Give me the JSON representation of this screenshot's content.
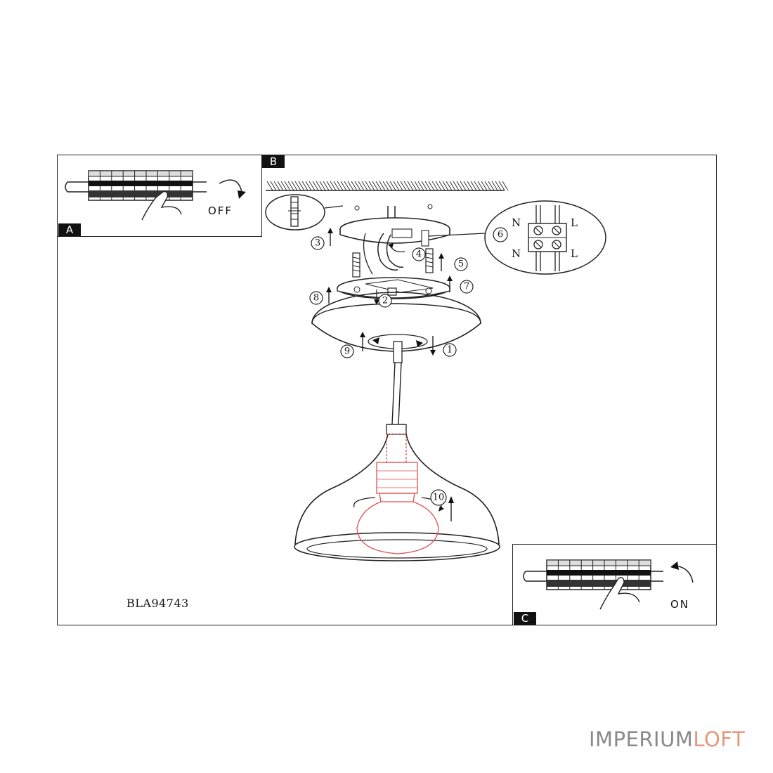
{
  "panels": {
    "a": {
      "badge": "A",
      "switch_label": "OFF"
    },
    "b": {
      "badge": "B"
    },
    "c": {
      "badge": "C",
      "switch_label": "ON"
    }
  },
  "wiring": {
    "neutral": "N",
    "live": "L"
  },
  "steps": [
    "1",
    "2",
    "3",
    "4",
    "5",
    "6",
    "7",
    "8",
    "9",
    "10"
  ],
  "model_code": "BLA94743",
  "watermark": {
    "part1": "IMPERIUM",
    "part2": "LOFT"
  },
  "colors": {
    "line": "#222222",
    "bulb": "#e05050",
    "watermark_gray": "#8a8a8a",
    "watermark_accent": "#e39a7c"
  }
}
